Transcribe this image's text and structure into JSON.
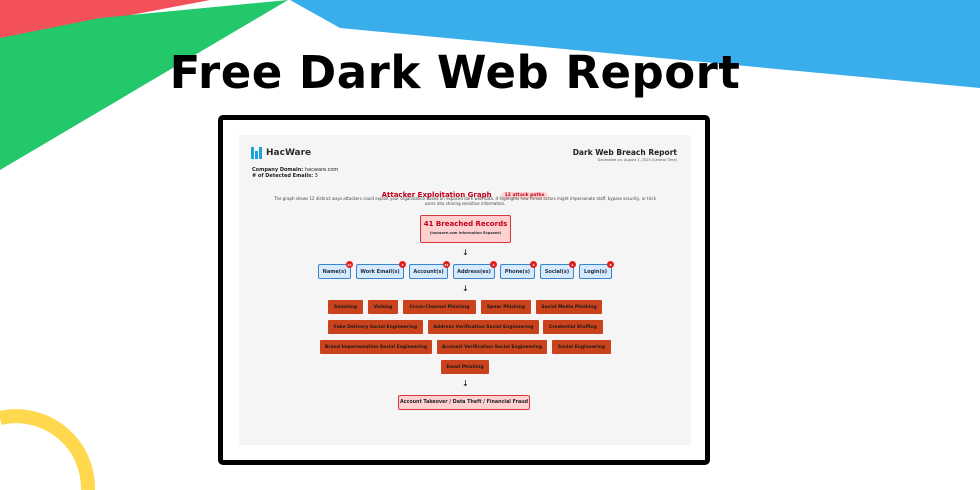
{
  "headline": "Free Dark Web Report",
  "colors": {
    "green": "#22c86a",
    "blue": "#3aaeea",
    "yellow": "#ffd84d",
    "attack": "#c9421c",
    "data_type": "#d6eaff",
    "alert": "#c0001a"
  },
  "report": {
    "brand": "HacWare",
    "company_label": "Company Domain:",
    "company_value": "hacware.com",
    "emails_label": "# of Detected Emails:",
    "emails_value": "3",
    "title": "Dark Web Breach Report",
    "generated": "Generated on: August 1, 2025 (Central Time)",
    "graph_title": "Attacker Exploitation Graph",
    "attack_paths_badge": "12 attack paths",
    "description": "The graph shows 12 distinct ways attackers could exploit your organization based on exposed dark web data. It highlights how threat actors might impersonate staff, bypass security, or trick users into sharing sensitive information.",
    "records_title": "41 Breached Records",
    "records_sub": "(hacware.com Information Exposed)",
    "arrow": "↓",
    "data_types": [
      {
        "label": "Name(s)",
        "count": "11"
      },
      {
        "label": "Work Email(s)",
        "count": "3"
      },
      {
        "label": "Account(s)",
        "count": "11"
      },
      {
        "label": "Address(es)",
        "count": "4"
      },
      {
        "label": "Phone(s)",
        "count": "3"
      },
      {
        "label": "Social(s)",
        "count": "1"
      },
      {
        "label": "Login(s)",
        "count": "8"
      }
    ],
    "attacks": [
      "Smishing",
      "Vishing",
      "Cross-Channel Phishing",
      "Spear Phishing",
      "Social Media Phishing",
      "Fake Delivery Social Engineering",
      "Address Verification Social Engineering",
      "Credential Stuffing",
      "Brand Impersonation Social Engineering",
      "Account Verification Social Engineering",
      "Social Engineering",
      "Email Phishing"
    ],
    "outcome": "Account Takeover / Data Theft / Financial Fraud"
  }
}
